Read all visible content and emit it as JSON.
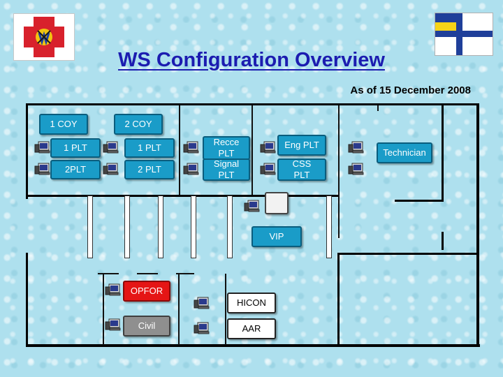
{
  "header": {
    "title": "WS Configuration Overview",
    "date": "As of 15 December 2008"
  },
  "logos": {
    "left_emblem": "army-emblem-icon",
    "right_flag": "naval-ensign-icon"
  },
  "units": {
    "coy1": "1 COY",
    "coy2": "2 COY",
    "plt1_a": "1 PLT",
    "plt1_b": "1 PLT",
    "plt2_a": "2PLT",
    "plt2_b": "2 PLT",
    "recce_line1": "Recce",
    "recce_line2": "PLT",
    "signal_line1": "Signal",
    "signal_line2": "PLT",
    "eng": "Eng PLT",
    "css_line1": "CSS",
    "css_line2": "PLT",
    "technician": "Technician",
    "vip": "VIP",
    "opfor": "OPFOR",
    "civil": "Civil",
    "hicon": "HICON",
    "aar": "AAR"
  },
  "colors": {
    "unit_box": "#1a9cc8",
    "opfor_box": "#e51515",
    "civil_box": "#8f8f8f",
    "title": "#1c1cb0"
  },
  "icons": {
    "workstation": "computer-workstation-icon"
  }
}
